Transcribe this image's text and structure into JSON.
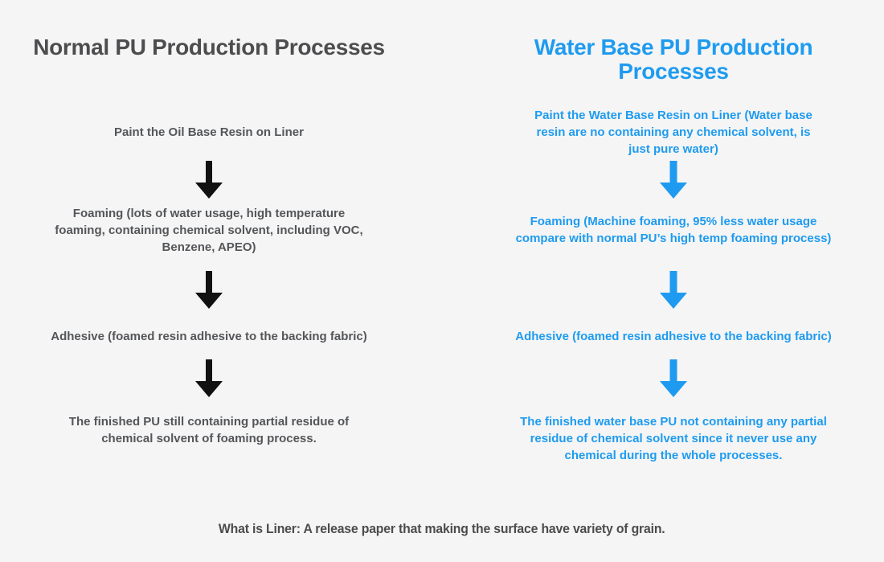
{
  "colors": {
    "page-bg": "#f5f5f5",
    "normal-title": "#4d4d4f",
    "normal-text": "#545659",
    "normal-arrow": "#111111",
    "waterbase-accent": "#1e9bf0",
    "footer-text": "#4c4c4e"
  },
  "normal_column": {
    "title": "Normal PU Production Processes",
    "steps": [
      {
        "text": "Paint the Oil Base Resin on Liner"
      },
      {
        "text": "Foaming (lots of water usage, high temperature foaming, containing chemical solvent, including VOC, Benzene, APEO)"
      },
      {
        "text": "Adhesive (foamed resin adhesive to the backing fabric)"
      },
      {
        "text": "The finished PU still containing partial residue of chemical solvent of foaming process."
      }
    ]
  },
  "waterbase_column": {
    "title": "Water Base PU Production Processes",
    "steps": [
      {
        "text": "Paint the Water Base Resin on Liner (Water base resin are no containing any chemical solvent, is just pure water)"
      },
      {
        "text": "Foaming (Machine foaming, 95% less water usage compare with normal PU’s high temp foaming process)"
      },
      {
        "text": "Adhesive (foamed resin adhesive to the backing fabric)"
      },
      {
        "text": "The finished water base PU not containing any partial residue of chemical solvent since it never use any chemical during the whole processes."
      }
    ]
  },
  "footer": {
    "note": "What is Liner: A release paper that making the surface have variety of grain."
  }
}
